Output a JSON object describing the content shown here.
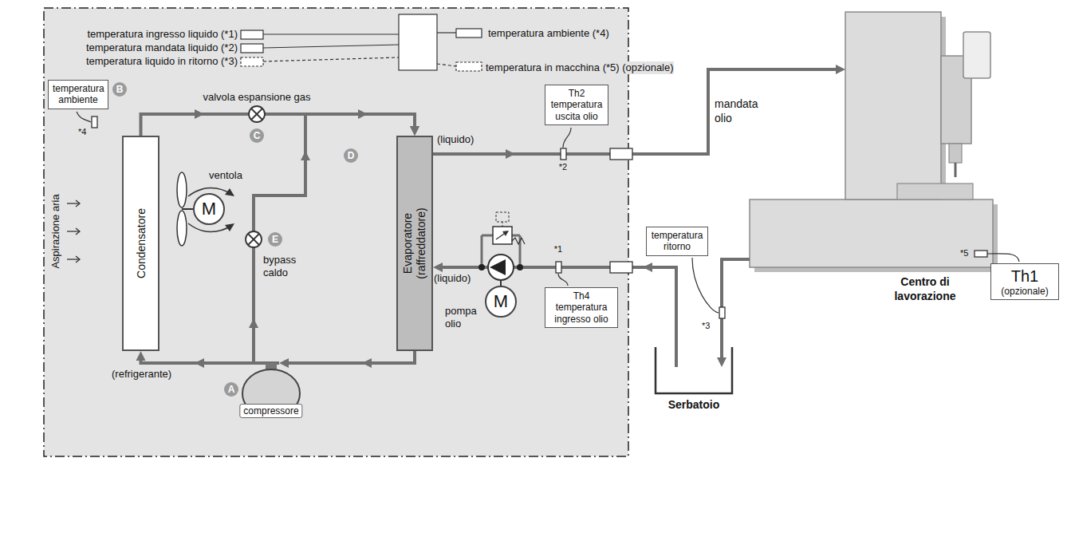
{
  "diagram": {
    "nodes": [
      {
        "text": [
          "temperatura ambiente"
        ]
      },
      {
        "text": [
          "Condensatore"
        ]
      },
      {
        "text": [
          "M"
        ]
      },
      {
        "text": [
          "Evaporatore (raffreddatore)"
        ]
      },
      {
        "text": [
          "Th2",
          "temperatura uscita olio"
        ]
      },
      {
        "text": [
          "compressore"
        ]
      },
      {
        "text": [
          "M"
        ]
      },
      {
        "text": [
          "Th4",
          "temperatura ingresso olio"
        ]
      },
      {
        "text": [
          "temperatura ritorno"
        ]
      },
      {
        "text": [
          "Serbatoio"
        ]
      },
      {
        "text": [
          "Centro di lavorazione"
        ]
      },
      {
        "text": [
          "Th1",
          "(opzionale)"
        ]
      }
    ],
    "edges": [
      {
        "from": 1,
        "to": 3,
        "arrow": "to"
      },
      {
        "from": 3,
        "to": 5,
        "arrow": "to"
      },
      {
        "from": 5,
        "to": 1,
        "arrow": "to"
      },
      {
        "from": 5,
        "to": 3,
        "arrow": "to"
      },
      {
        "from": 3,
        "to": 10,
        "label": "mandata olio",
        "arrow": "to"
      },
      {
        "from": 10,
        "to": 9,
        "arrow": "to"
      },
      {
        "from": 9,
        "to": 3,
        "arrow": "to"
      }
    ],
    "labels": [
      "temperatura ingresso liquido (*1)",
      "temperatura mandata liquido (*2)",
      "temperatura liquido in ritorno (*3)",
      "temperatura ambiente (*4)",
      "temperatura in macchina (*5) (opzionale)",
      "B",
      "*4",
      "Aspirazione aria",
      "valvola espansione gas",
      "C",
      "ventola",
      "D",
      "E",
      "bypass caldo",
      "(refrigerante)",
      "A",
      "(liquido)",
      "*2",
      "(liquido)",
      "*1",
      "pompa olio",
      "*3",
      "*5"
    ]
  }
}
